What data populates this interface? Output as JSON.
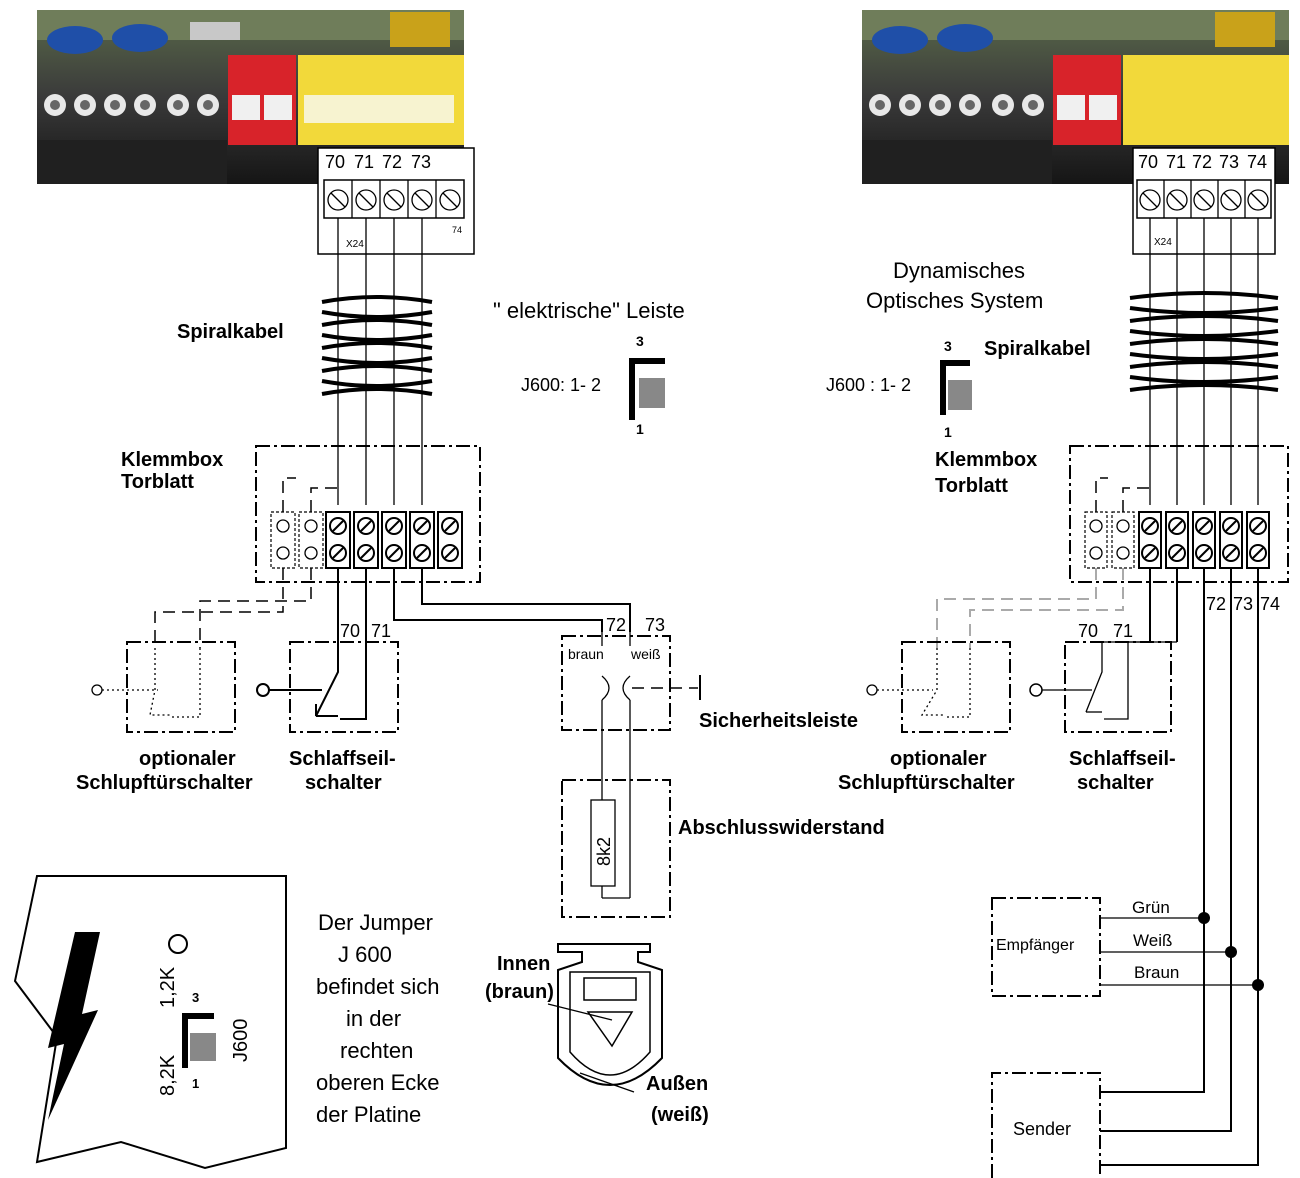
{
  "left": {
    "terminal_numbers": [
      "70",
      "71",
      "72",
      "73"
    ],
    "x24": "X24",
    "t74": "74",
    "spiralkabel": "Spiralkabel",
    "heading": "\"   elektrische\" Leiste",
    "jumper_label": "J600:  1- 2",
    "pin3": "3",
    "pin1": "1",
    "klemmbox_1": "Klemmbox",
    "klemmbox_2": "Torblatt",
    "n70": "70",
    "n71": "71",
    "n72": "72",
    "n73": "73",
    "braun": "braun",
    "weiss": "weiß",
    "sicherheitsleiste": "Sicherheitsleiste",
    "abschluss": "Abschlusswiderstand",
    "resistor": "8k2",
    "optional_1": "optionaler",
    "optional_2": "Schlupftürschalter",
    "schlaff_1": "Schlaffseil-",
    "schlaff_2": "schalter"
  },
  "right": {
    "terminal_numbers": [
      "70",
      "71",
      "72",
      "73",
      "74"
    ],
    "x24": "X24",
    "heading_1": "Dynamisches",
    "heading_2": "Optisches System",
    "spiralkabel": "Spiralkabel",
    "jumper_label": "J600  :  1- 2",
    "pin3": "3",
    "pin1": "1",
    "klemmbox_1": "Klemmbox",
    "klemmbox_2": "Torblatt",
    "n72": "72",
    "n73": "73",
    "n74": "74",
    "n70": "70",
    "n71": "71",
    "optional_1": "optionaler",
    "optional_2": "Schlupftürschalter",
    "schlaff_1": "Schlaffseil-",
    "schlaff_2": "schalter",
    "empfaenger": "Empfänger",
    "sender": "Sender",
    "gruen": "Grün",
    "weiss": "Weiß",
    "braun": "Braun"
  },
  "board": {
    "r12": "1,2K",
    "r82": "8,2K",
    "j600": "J600",
    "pin3": "3",
    "pin1": "1"
  },
  "note": [
    "Der Jumper",
    "J  600",
    "befindet sich",
    "in der",
    "rechten",
    "oberen Ecke",
    "der Platine"
  ],
  "profile": {
    "innen": "Innen",
    "innen_sub": "(braun)",
    "aussen": "Außen",
    "aussen_sub": "(weiß)"
  }
}
